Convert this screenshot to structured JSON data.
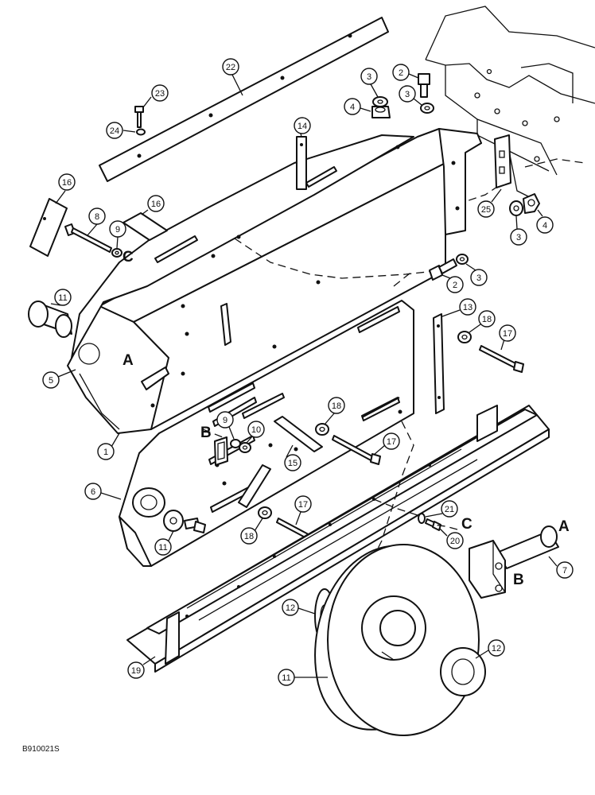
{
  "figure_code": "B910021S",
  "letters": {
    "a": "A",
    "b": "B",
    "c": "C"
  },
  "callouts": [
    "1",
    "2",
    "3",
    "4",
    "5",
    "6",
    "7",
    "8",
    "9",
    "10",
    "11",
    "12",
    "13",
    "14",
    "15",
    "16",
    "17",
    "18",
    "19",
    "20",
    "21",
    "22",
    "23",
    "24",
    "25"
  ]
}
